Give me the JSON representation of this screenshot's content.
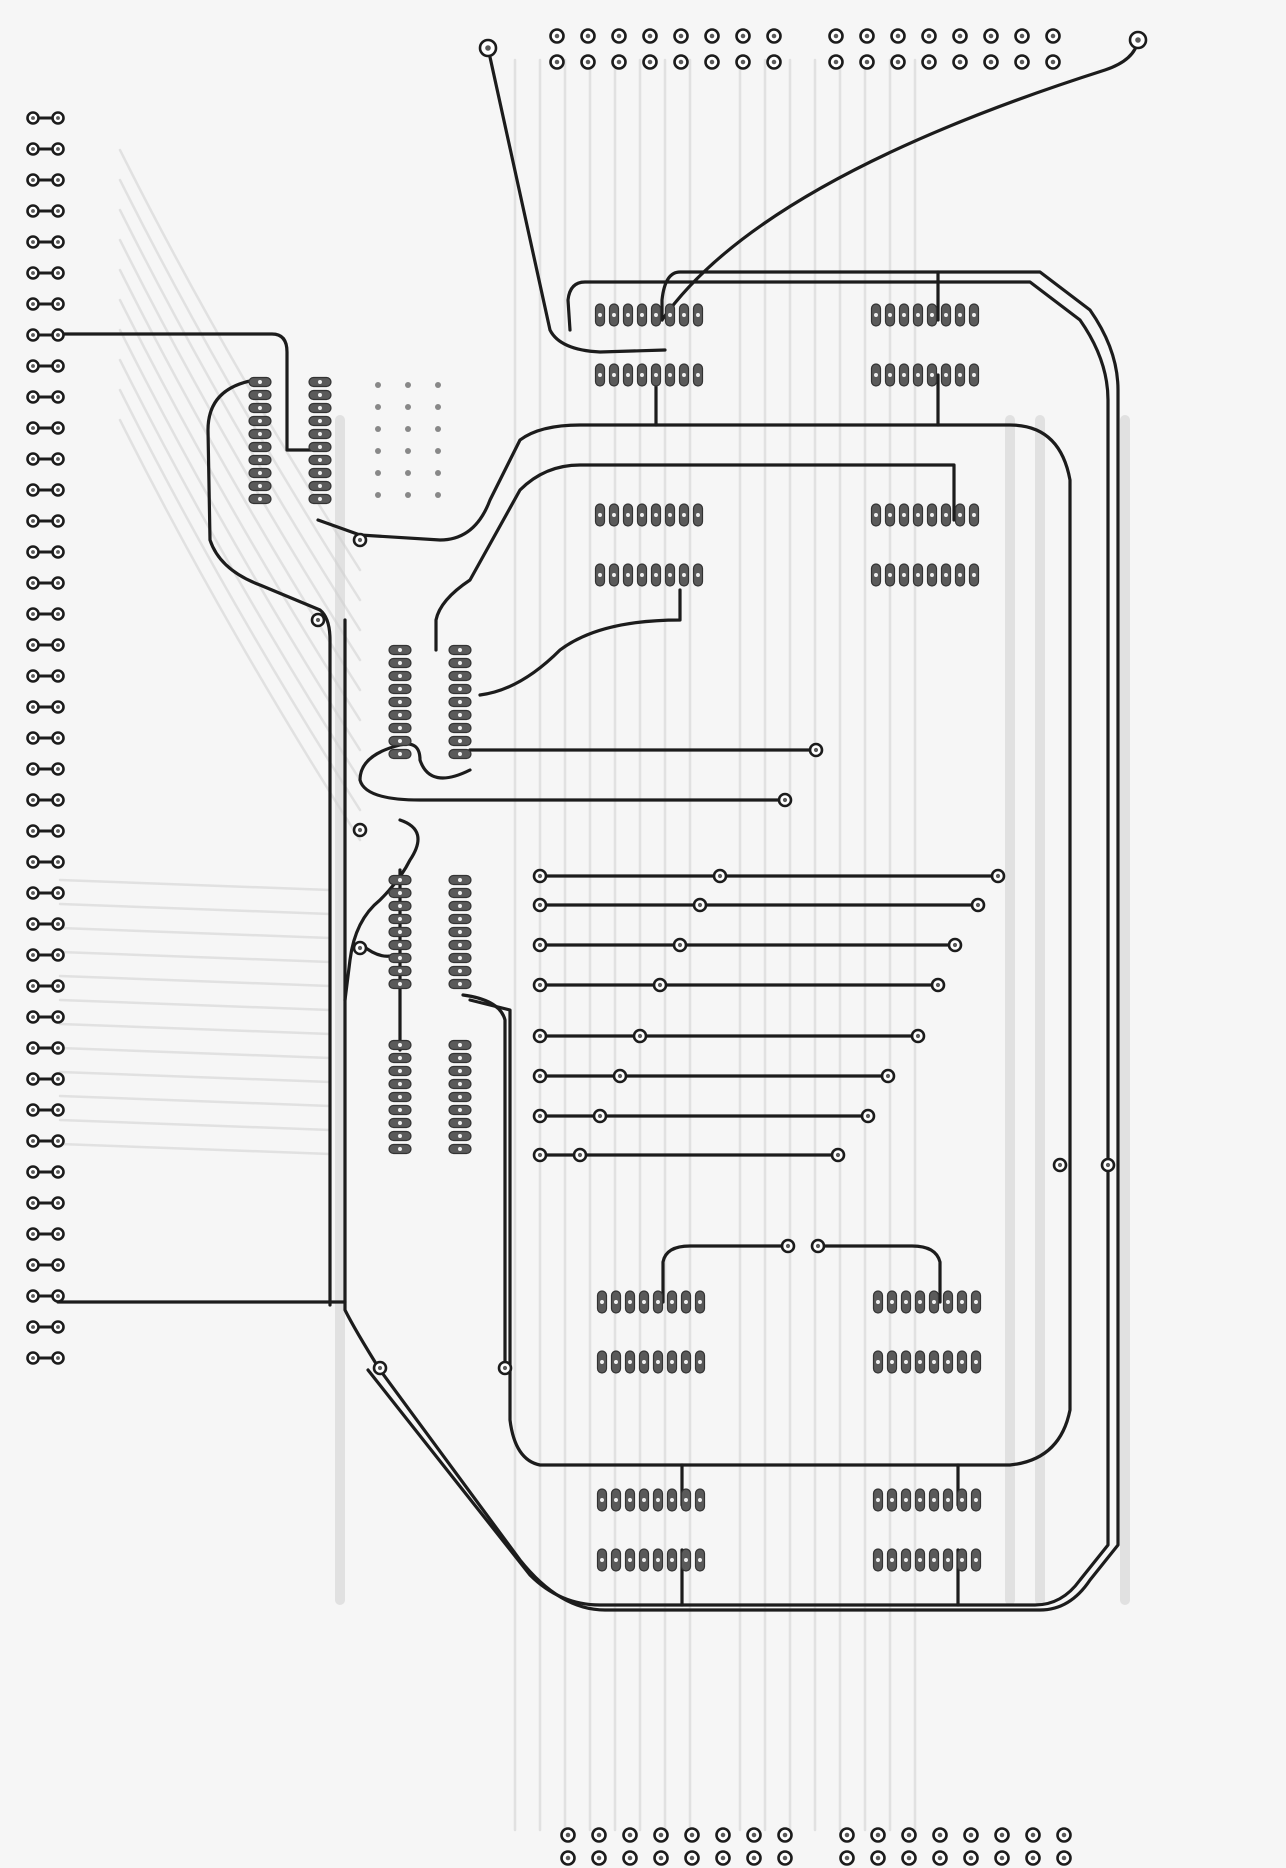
{
  "colors": {
    "background": "#f6f6f6",
    "trace": "#1c1c1c",
    "ghost": "#cfcfcf",
    "pad_fill": "#5a5a5a",
    "ring_fill": "#ffffff"
  },
  "components": {
    "edge_connector_left": {
      "pins": 41
    },
    "edge_connector_top": {
      "rows": 2,
      "pins_per_row": 16
    },
    "edge_connector_bottom": {
      "rows": 2,
      "pins_per_row": 16
    },
    "ic_sockets_wide": 8,
    "ic_sockets_narrow": 4
  }
}
